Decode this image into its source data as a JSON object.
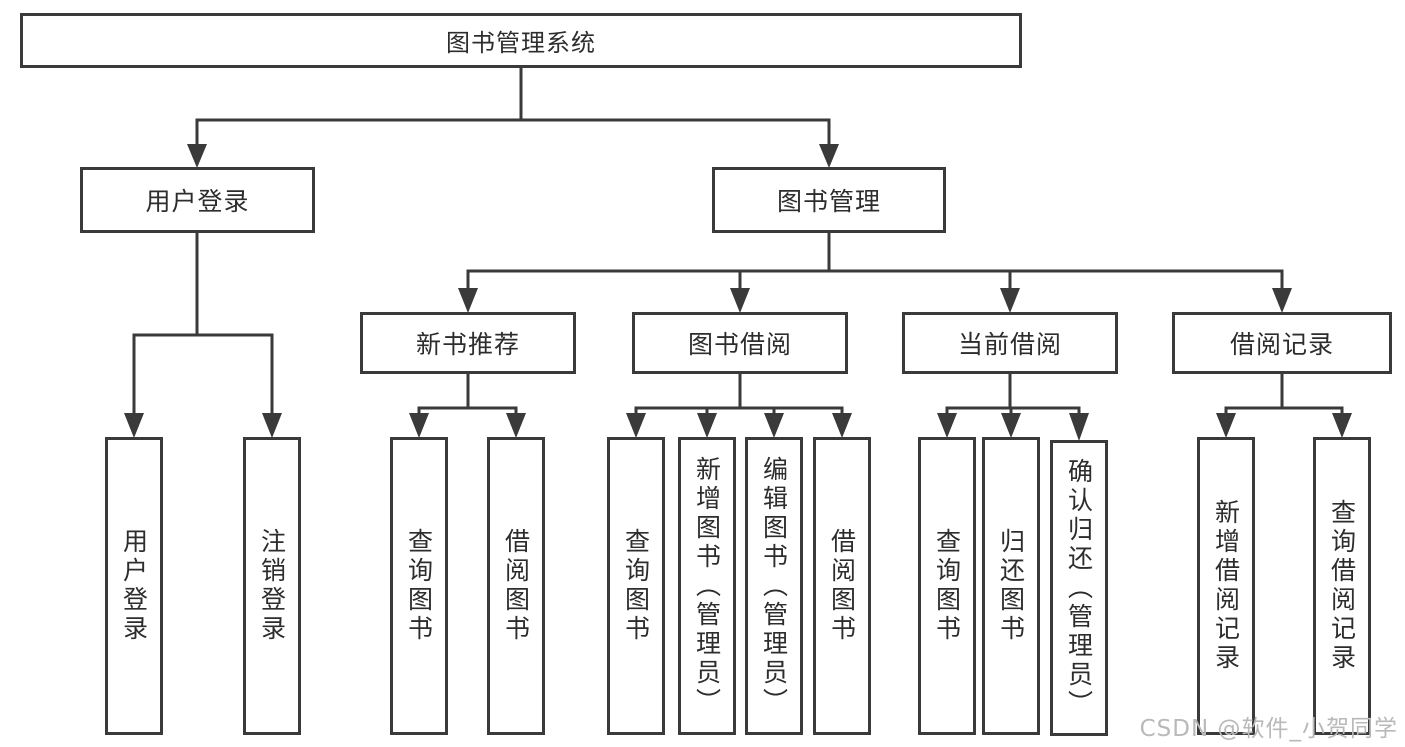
{
  "diagram": {
    "root": {
      "label": "图书管理系统"
    },
    "level2": {
      "user_login": {
        "label": "用户登录",
        "children": [
          "用户登录",
          "注销登录"
        ]
      },
      "book_management": {
        "label": "图书管理",
        "sections": {
          "new_book": {
            "label": "新书推荐",
            "children": [
              "查询图书",
              "借阅图书"
            ]
          },
          "borrow": {
            "label": "图书借阅",
            "children": [
              "查询图书",
              "新增图书（管理员）",
              "编辑图书（管理员）",
              "借阅图书"
            ]
          },
          "current": {
            "label": "当前借阅",
            "children": [
              "查询图书",
              "归还图书",
              "确认归还（管理员）"
            ]
          },
          "records": {
            "label": "借阅记录",
            "children": [
              "新增借阅记录",
              "查询借阅记录"
            ]
          }
        }
      }
    }
  },
  "watermark": {
    "text": "CSDN @软件_小贺同学"
  },
  "colors": {
    "line": "#3a3a3a",
    "text": "#2d2d2d",
    "box_background": "#ffffff",
    "page_background": "#ffffff",
    "watermark": "#b9b9b9"
  }
}
